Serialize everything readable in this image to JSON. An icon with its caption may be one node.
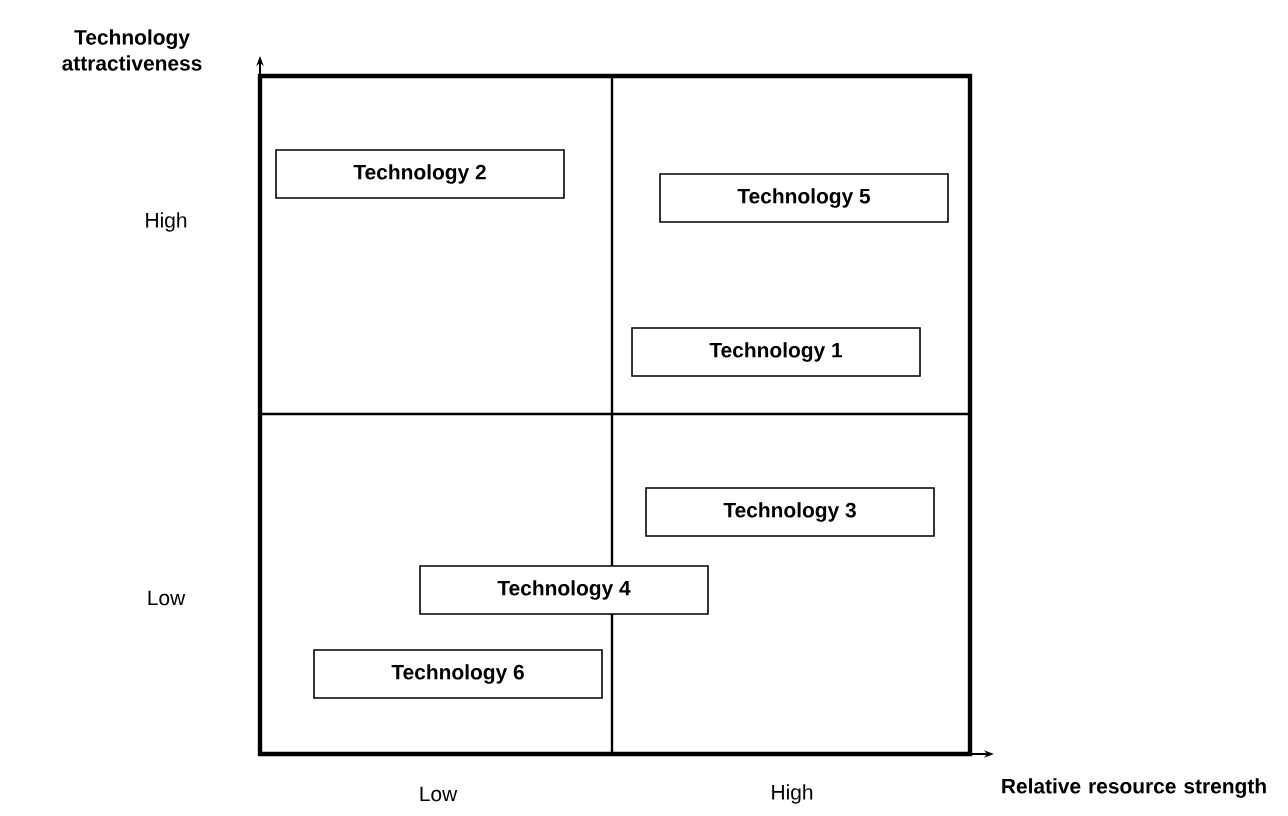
{
  "diagram": {
    "nodes": [
      {
        "text": [
          "Technology 2"
        ]
      },
      {
        "text": [
          "Technology 5"
        ]
      },
      {
        "text": [
          "Technology 1"
        ]
      },
      {
        "text": [
          "Technology 3"
        ]
      },
      {
        "text": [
          "Technology 4"
        ]
      },
      {
        "text": [
          "Technology 6"
        ]
      }
    ],
    "edges": [],
    "labels": [
      "Technology attractiveness",
      "High",
      "Low",
      "Relative resource strength",
      "Low",
      "High"
    ]
  }
}
